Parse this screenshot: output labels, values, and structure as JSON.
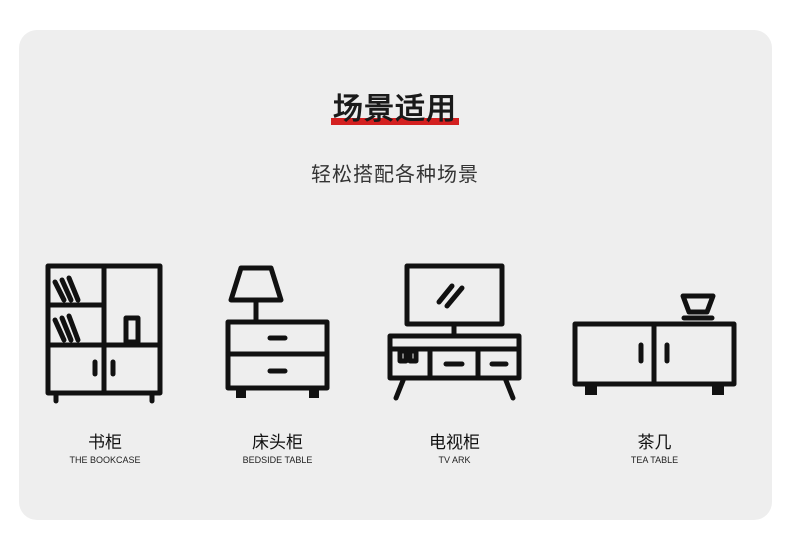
{
  "header": {
    "title": "场景适用",
    "subtitle": "轻松搭配各种场景"
  },
  "colors": {
    "card_background": "#eeeeee",
    "title_underline": "#d32020",
    "icon_stroke": "#111111"
  },
  "scenarios": [
    {
      "icon": "bookcase-icon",
      "label_cn": "书柜",
      "label_en": "THE BOOKCASE"
    },
    {
      "icon": "nightstand-icon",
      "label_cn": "床头柜",
      "label_en": "BEDSIDE TABLE"
    },
    {
      "icon": "tv-cabinet-icon",
      "label_cn": "电视柜",
      "label_en": "TV ARK"
    },
    {
      "icon": "tea-table-icon",
      "label_cn": "茶几",
      "label_en": "TEA TABLE"
    }
  ]
}
